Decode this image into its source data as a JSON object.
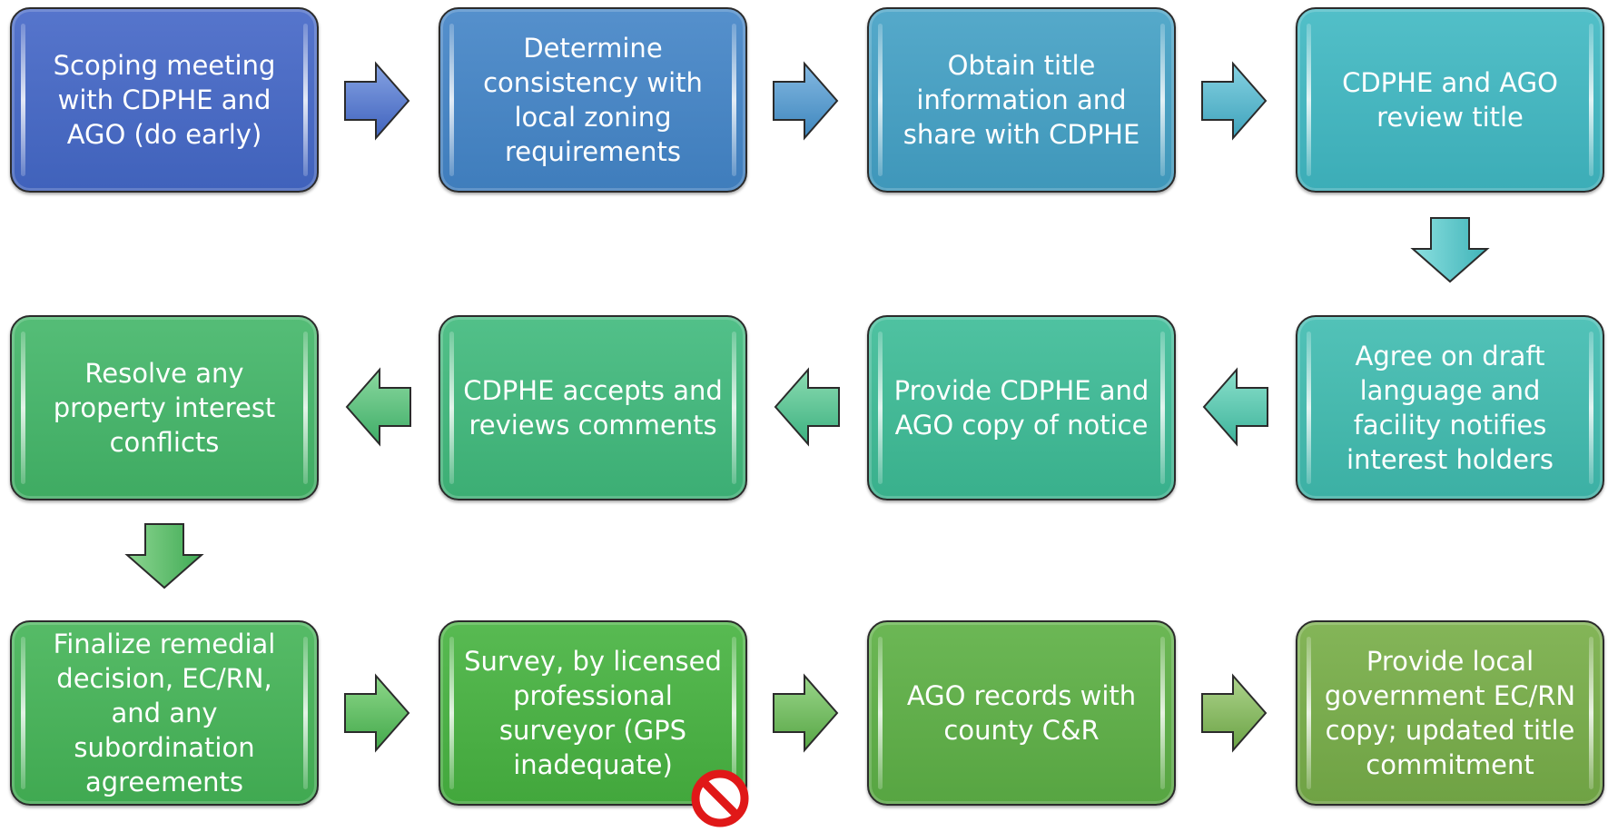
{
  "steps": {
    "s1": "Scoping meeting with CDPHE and AGO (do early)",
    "s2": "Determine consistency with local zoning requirements",
    "s3": "Obtain title information and share with CDPHE",
    "s4": "CDPHE and AGO review title",
    "s5": "Agree on draft language and facility notifies interest holders",
    "s6": "Provide CDPHE and AGO copy of notice",
    "s7": "CDPHE accepts and reviews comments",
    "s8": "Resolve any property interest conflicts",
    "s9": "Finalize remedial decision, EC/RN, and any subordination agreements",
    "s10": "Survey, by licensed professional surveyor (GPS inadequate)",
    "s11": "AGO records with county C&R",
    "s12": "Provide local government EC/RN copy; updated title commitment"
  },
  "icons": {
    "prohibited": "no-entry-icon"
  },
  "colors": {
    "s1": "#4a6cc4",
    "s2": "#4a87c6",
    "s3": "#47a0c2",
    "s4": "#44b6bf",
    "s5": "#43b9ad",
    "s6": "#41b995",
    "s7": "#44b77c",
    "s8": "#47b36a",
    "s9": "#49b25a",
    "s10": "#4cb046",
    "s11": "#60ad49",
    "s12": "#78ab4c",
    "prohibited": "#e01818"
  }
}
